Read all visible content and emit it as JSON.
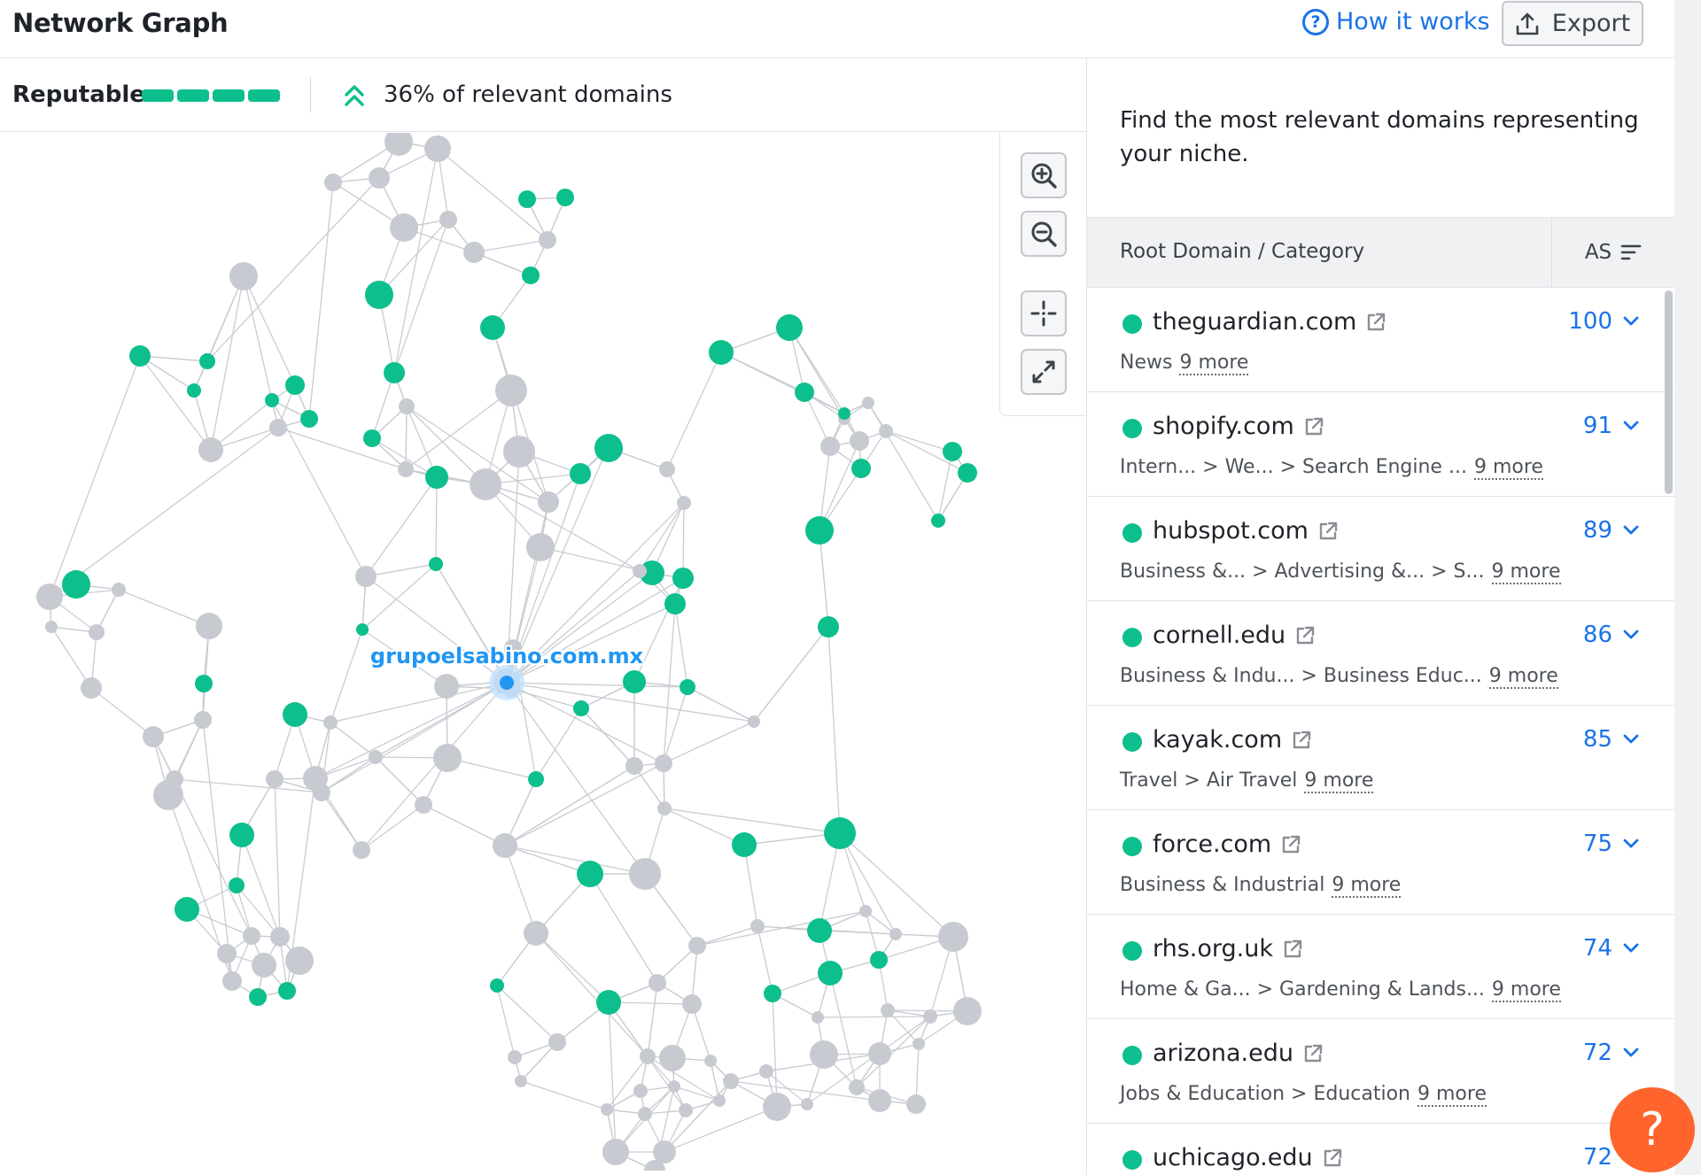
{
  "header": {
    "title": "Network Graph",
    "how_it_works": "How it works",
    "export_label": "Export"
  },
  "subbar": {
    "reputable_label": "Reputable",
    "relevant_text": "36% of relevant domains"
  },
  "graph": {
    "center_label": "grupoelsabino.com.mx"
  },
  "panel": {
    "description": "Find the most relevant domains representing your niche.",
    "col_domain": "Root Domain / Category",
    "col_as": "AS",
    "rows": [
      {
        "domain": "theguardian.com",
        "score": "100",
        "category": "News",
        "more": "9 more"
      },
      {
        "domain": "shopify.com",
        "score": "91",
        "category": "Intern...   > We...    > Search Engine ...",
        "more": "9 more"
      },
      {
        "domain": "hubspot.com",
        "score": "89",
        "category": "Business &...  > Advertising &... > S...",
        "more": "9 more"
      },
      {
        "domain": "cornell.edu",
        "score": "86",
        "category": "Business & Indu... > Business Educ...",
        "more": "9 more"
      },
      {
        "domain": "kayak.com",
        "score": "85",
        "category": "Travel > Air Travel",
        "more": "9 more"
      },
      {
        "domain": "force.com",
        "score": "75",
        "category": "Business & Industrial",
        "more": "9 more"
      },
      {
        "domain": "rhs.org.uk",
        "score": "74",
        "category": "Home & Ga... > Gardening & Lands...",
        "more": "9 more"
      },
      {
        "domain": "arizona.edu",
        "score": "72",
        "category": "Jobs & Education > Education",
        "more": "9 more"
      },
      {
        "domain": "uchicago.edu",
        "score": "72",
        "category": "",
        "more": ""
      }
    ]
  },
  "help_label": "?",
  "colors": {
    "green": "#0dbf8c",
    "gray_node": "#c8cad1",
    "link_blue": "#1a73e8",
    "center_blue": "#2196f3",
    "help_orange": "#ff642d"
  }
}
